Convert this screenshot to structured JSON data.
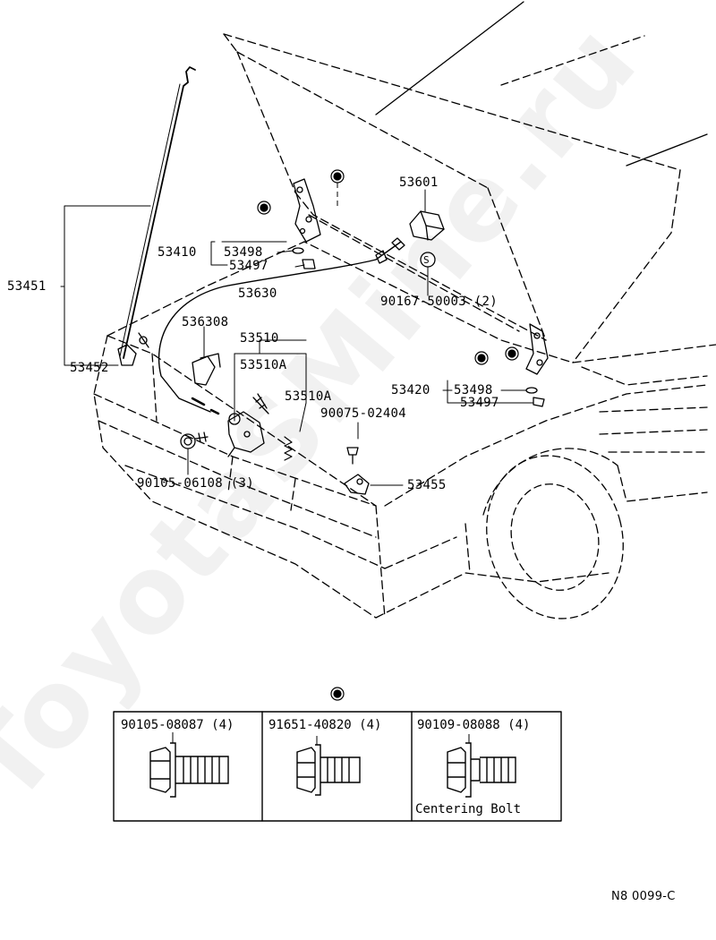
{
  "watermark": "ToyotaSMine.ru",
  "figure_code": "N8 0099-C",
  "callouts": {
    "c53451": "53451",
    "c53452": "53452",
    "c53410": "53410",
    "c53498a": "53498",
    "c53497a": "53497",
    "c53630": "53630",
    "c53630b": "536308",
    "c53510": "53510",
    "c53510a1": "53510A",
    "c53510a2": "53510A",
    "c53601": "53601",
    "c90167": "90167-50003 (2)",
    "c53420": "53420",
    "c53498b": "53498",
    "c53497b": "53497",
    "c90075": "90075-02404",
    "c90105a": "90105-06108 (3)",
    "c53455": "53455",
    "s_mark": "S"
  },
  "bolt_table": {
    "col1_part": "90105-08087 (4)",
    "col2_part": "91651-40820 (4)",
    "col3_part": "90109-08088 (4)",
    "col3_caption": "Centering Bolt"
  }
}
